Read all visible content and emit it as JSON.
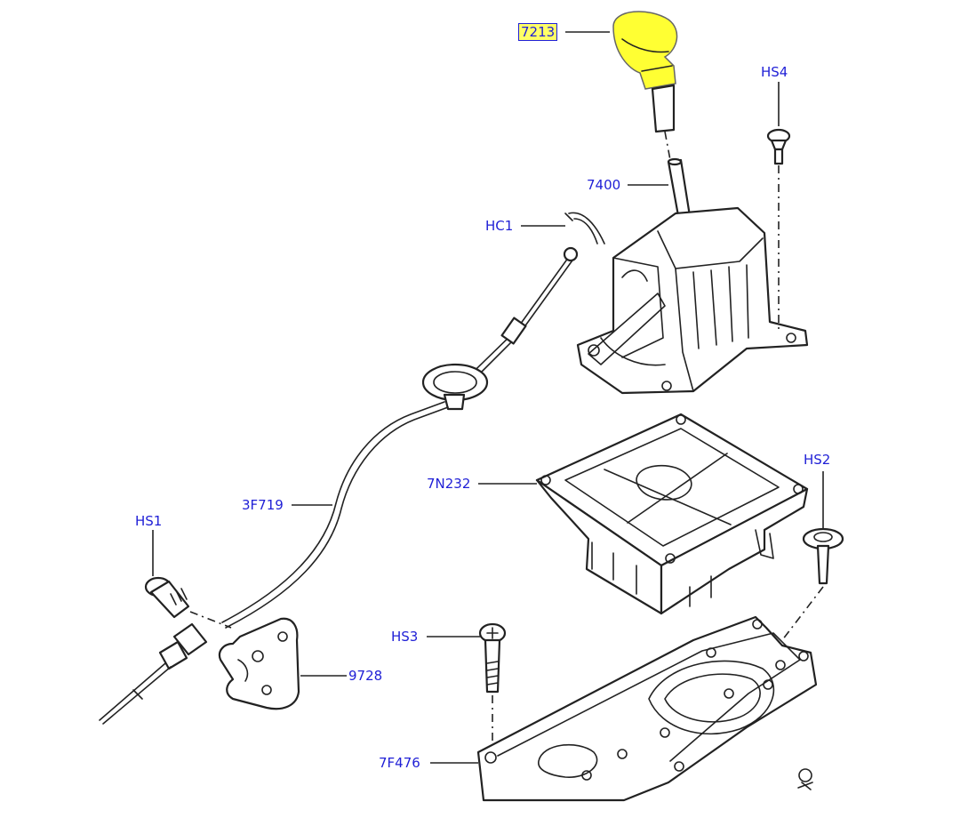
{
  "diagram": {
    "parts": [
      {
        "id": "knob",
        "label": "7213",
        "highlighted": true
      },
      {
        "id": "hs4",
        "label": "HS4"
      },
      {
        "id": "lever",
        "label": "7400"
      },
      {
        "id": "hc1",
        "label": "HC1"
      },
      {
        "id": "plate",
        "label": "7N232"
      },
      {
        "id": "hs2",
        "label": "HS2"
      },
      {
        "id": "cable",
        "label": "3F719"
      },
      {
        "id": "hs1",
        "label": "HS1"
      },
      {
        "id": "hs3",
        "label": "HS3"
      },
      {
        "id": "bracket",
        "label": "9728"
      },
      {
        "id": "base",
        "label": "7F476"
      }
    ],
    "colors": {
      "label_text": "#1f1fd6",
      "highlight": "#ffff33",
      "line": "#222222"
    }
  }
}
